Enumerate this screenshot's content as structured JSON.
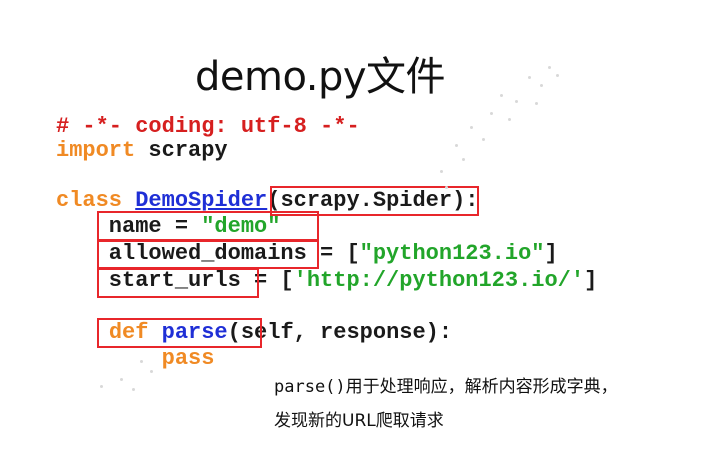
{
  "slide": {
    "title": "demo.py文件",
    "code_lines": [
      {
        "id": "line-1",
        "tokens": [
          {
            "text": "# -*- coding: utf-8 -*-",
            "kind": "comment"
          }
        ]
      },
      {
        "id": "line-2",
        "tokens": [
          {
            "text": "import",
            "kind": "keyword"
          },
          {
            "text": " scrapy",
            "kind": "plain"
          }
        ]
      },
      {
        "id": "line-3",
        "tokens": [
          {
            "text": "class",
            "kind": "keyword"
          },
          {
            "text": " ",
            "kind": "plain"
          },
          {
            "text": "DemoSpider",
            "kind": "class"
          },
          {
            "text": "(scrapy.Spider):",
            "kind": "plain"
          }
        ]
      },
      {
        "id": "line-4",
        "tokens": [
          {
            "text": "    name = ",
            "kind": "plain"
          },
          {
            "text": "\"demo\"",
            "kind": "string"
          }
        ]
      },
      {
        "id": "line-5",
        "tokens": [
          {
            "text": "    allowed_domains = [",
            "kind": "plain"
          },
          {
            "text": "\"python123.io\"",
            "kind": "string"
          },
          {
            "text": "]",
            "kind": "plain"
          }
        ]
      },
      {
        "id": "line-6",
        "tokens": [
          {
            "text": "    start_urls = [",
            "kind": "plain"
          },
          {
            "text": "'http://python123.io/'",
            "kind": "string"
          },
          {
            "text": "]",
            "kind": "plain"
          }
        ]
      },
      {
        "id": "line-7",
        "tokens": [
          {
            "text": "    ",
            "kind": "plain"
          },
          {
            "text": "def",
            "kind": "keyword"
          },
          {
            "text": " ",
            "kind": "plain"
          },
          {
            "text": "parse",
            "kind": "function"
          },
          {
            "text": "(self, response):",
            "kind": "plain"
          }
        ]
      },
      {
        "id": "line-8",
        "tokens": [
          {
            "text": "        ",
            "kind": "plain"
          },
          {
            "text": "pass",
            "kind": "keyword"
          }
        ]
      }
    ],
    "code": {
      "l1_comment": "# -*- coding: utf-8 -*-",
      "l2_kw": "import",
      "l2_rest": " scrapy",
      "l3_kw": "class",
      "l3_cls": "DemoSpider",
      "l3_rest": "(scrapy.Spider):",
      "l4_pre": "    name = ",
      "l4_str": "\"demo\"",
      "l5_pre": "    allowed_domains = [",
      "l5_str": "\"python123.io\"",
      "l5_post": "]",
      "l6_pre": "    start_urls = [",
      "l6_str": "'http://python123.io/'",
      "l6_post": "]",
      "l7_indent": "    ",
      "l7_kw": "def",
      "l7_fn": "parse",
      "l7_rest": "(self, response):",
      "l8_indent": "        ",
      "l8_kw": "pass"
    },
    "note": {
      "line1_code": "parse()",
      "line1_text": "用于处理响应，解析内容形成字典，",
      "line2_text": "发现新的URL爬取请求"
    },
    "highlight_boxes": [
      {
        "label": "scrapy.Spider"
      },
      {
        "label": "name"
      },
      {
        "label": "allowed_domains"
      },
      {
        "label": "start_urls"
      },
      {
        "label": "def parse"
      }
    ],
    "colors": {
      "comment": "#d61f1f",
      "keyword": "#f08a24",
      "class_function": "#1f2fd6",
      "string": "#22a52a",
      "highlight_box": "#e8262b"
    }
  }
}
